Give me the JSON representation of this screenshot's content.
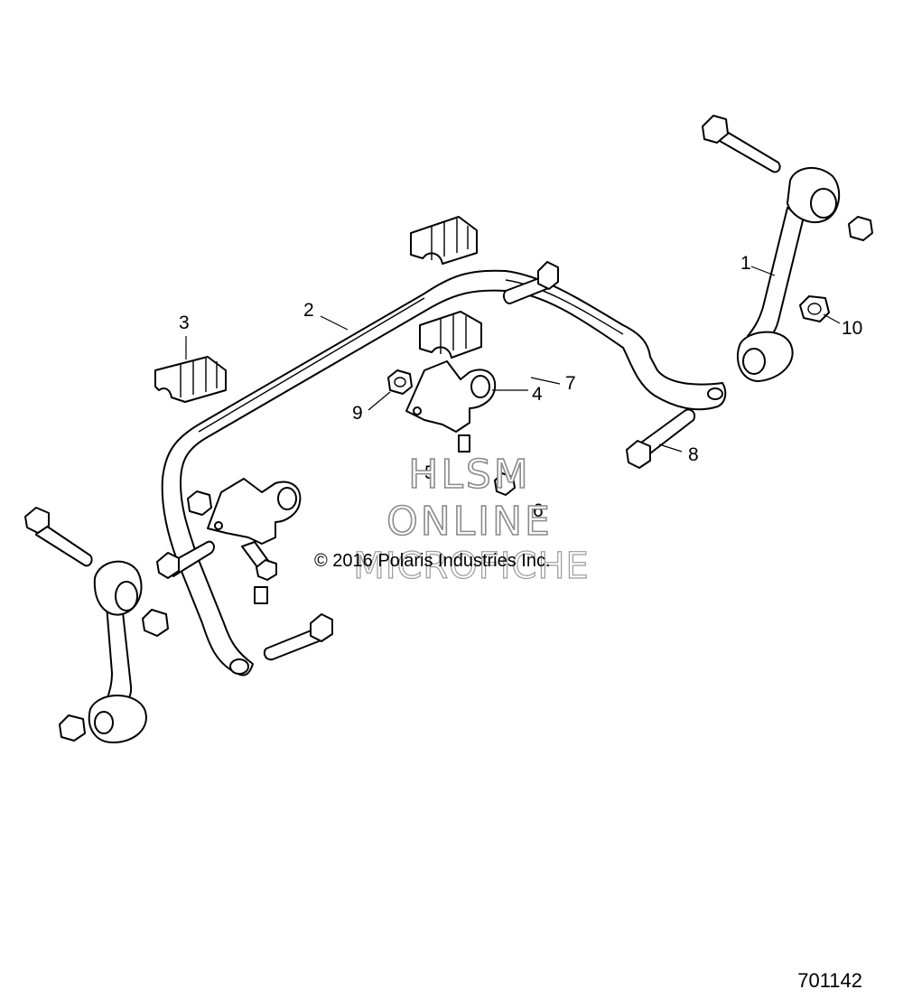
{
  "diagram": {
    "callouts": [
      {
        "id": "c1",
        "label": "1"
      },
      {
        "id": "c2",
        "label": "2"
      },
      {
        "id": "c3",
        "label": "3"
      },
      {
        "id": "c4",
        "label": "4"
      },
      {
        "id": "c5",
        "label": "5"
      },
      {
        "id": "c6",
        "label": "6"
      },
      {
        "id": "c7",
        "label": "7"
      },
      {
        "id": "c8",
        "label": "8"
      },
      {
        "id": "c9",
        "label": "9"
      },
      {
        "id": "c10",
        "label": "10"
      }
    ],
    "watermark": {
      "line1": "HLSM",
      "line2": "ONLINE",
      "line3": "MICROFICHE"
    },
    "copyright": "© 2016 Polaris Industries Inc.",
    "drawing_number": "701142"
  }
}
